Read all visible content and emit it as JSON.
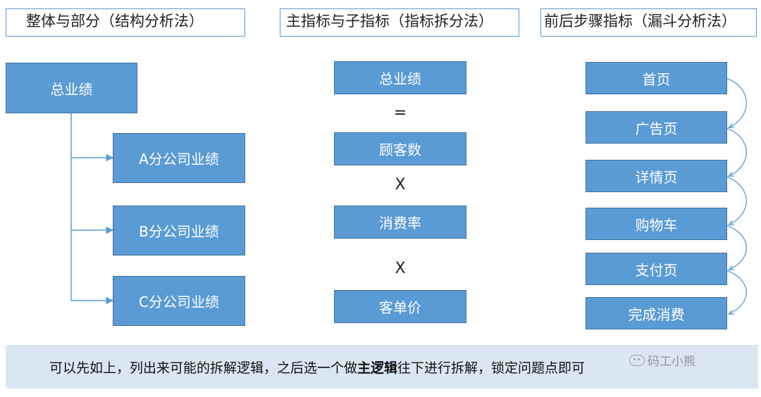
{
  "headers": {
    "part_whole": "整体与部分（结构分析法）",
    "main_sub": "主指标与子指标（指标拆分法）",
    "steps": "前后步骤指标（漏斗分析法）"
  },
  "tree": {
    "root": "总业绩",
    "children": [
      "A分公司业绩",
      "B分公司业绩",
      "C分公司业绩"
    ]
  },
  "formula": {
    "items": [
      "总业绩",
      "顾客数",
      "消费率",
      "客单价"
    ],
    "operators": [
      "=",
      "X",
      "X"
    ]
  },
  "funnel": {
    "steps": [
      "首页",
      "广告页",
      "详情页",
      "购物车",
      "支付页",
      "完成消费"
    ]
  },
  "colors": {
    "node_fill": "#5b9bd5",
    "node_border": "#41719c",
    "footer_bg": "#dae6f3"
  },
  "footer": {
    "text_before": "可以先如上，列出来可能的拆解逻辑，之后选一个做",
    "text_bold": "主逻辑",
    "text_after": "往下进行拆解，锁定问题点即可"
  },
  "watermark": {
    "text": "码工小熊",
    "icon": "wechat-icon"
  }
}
